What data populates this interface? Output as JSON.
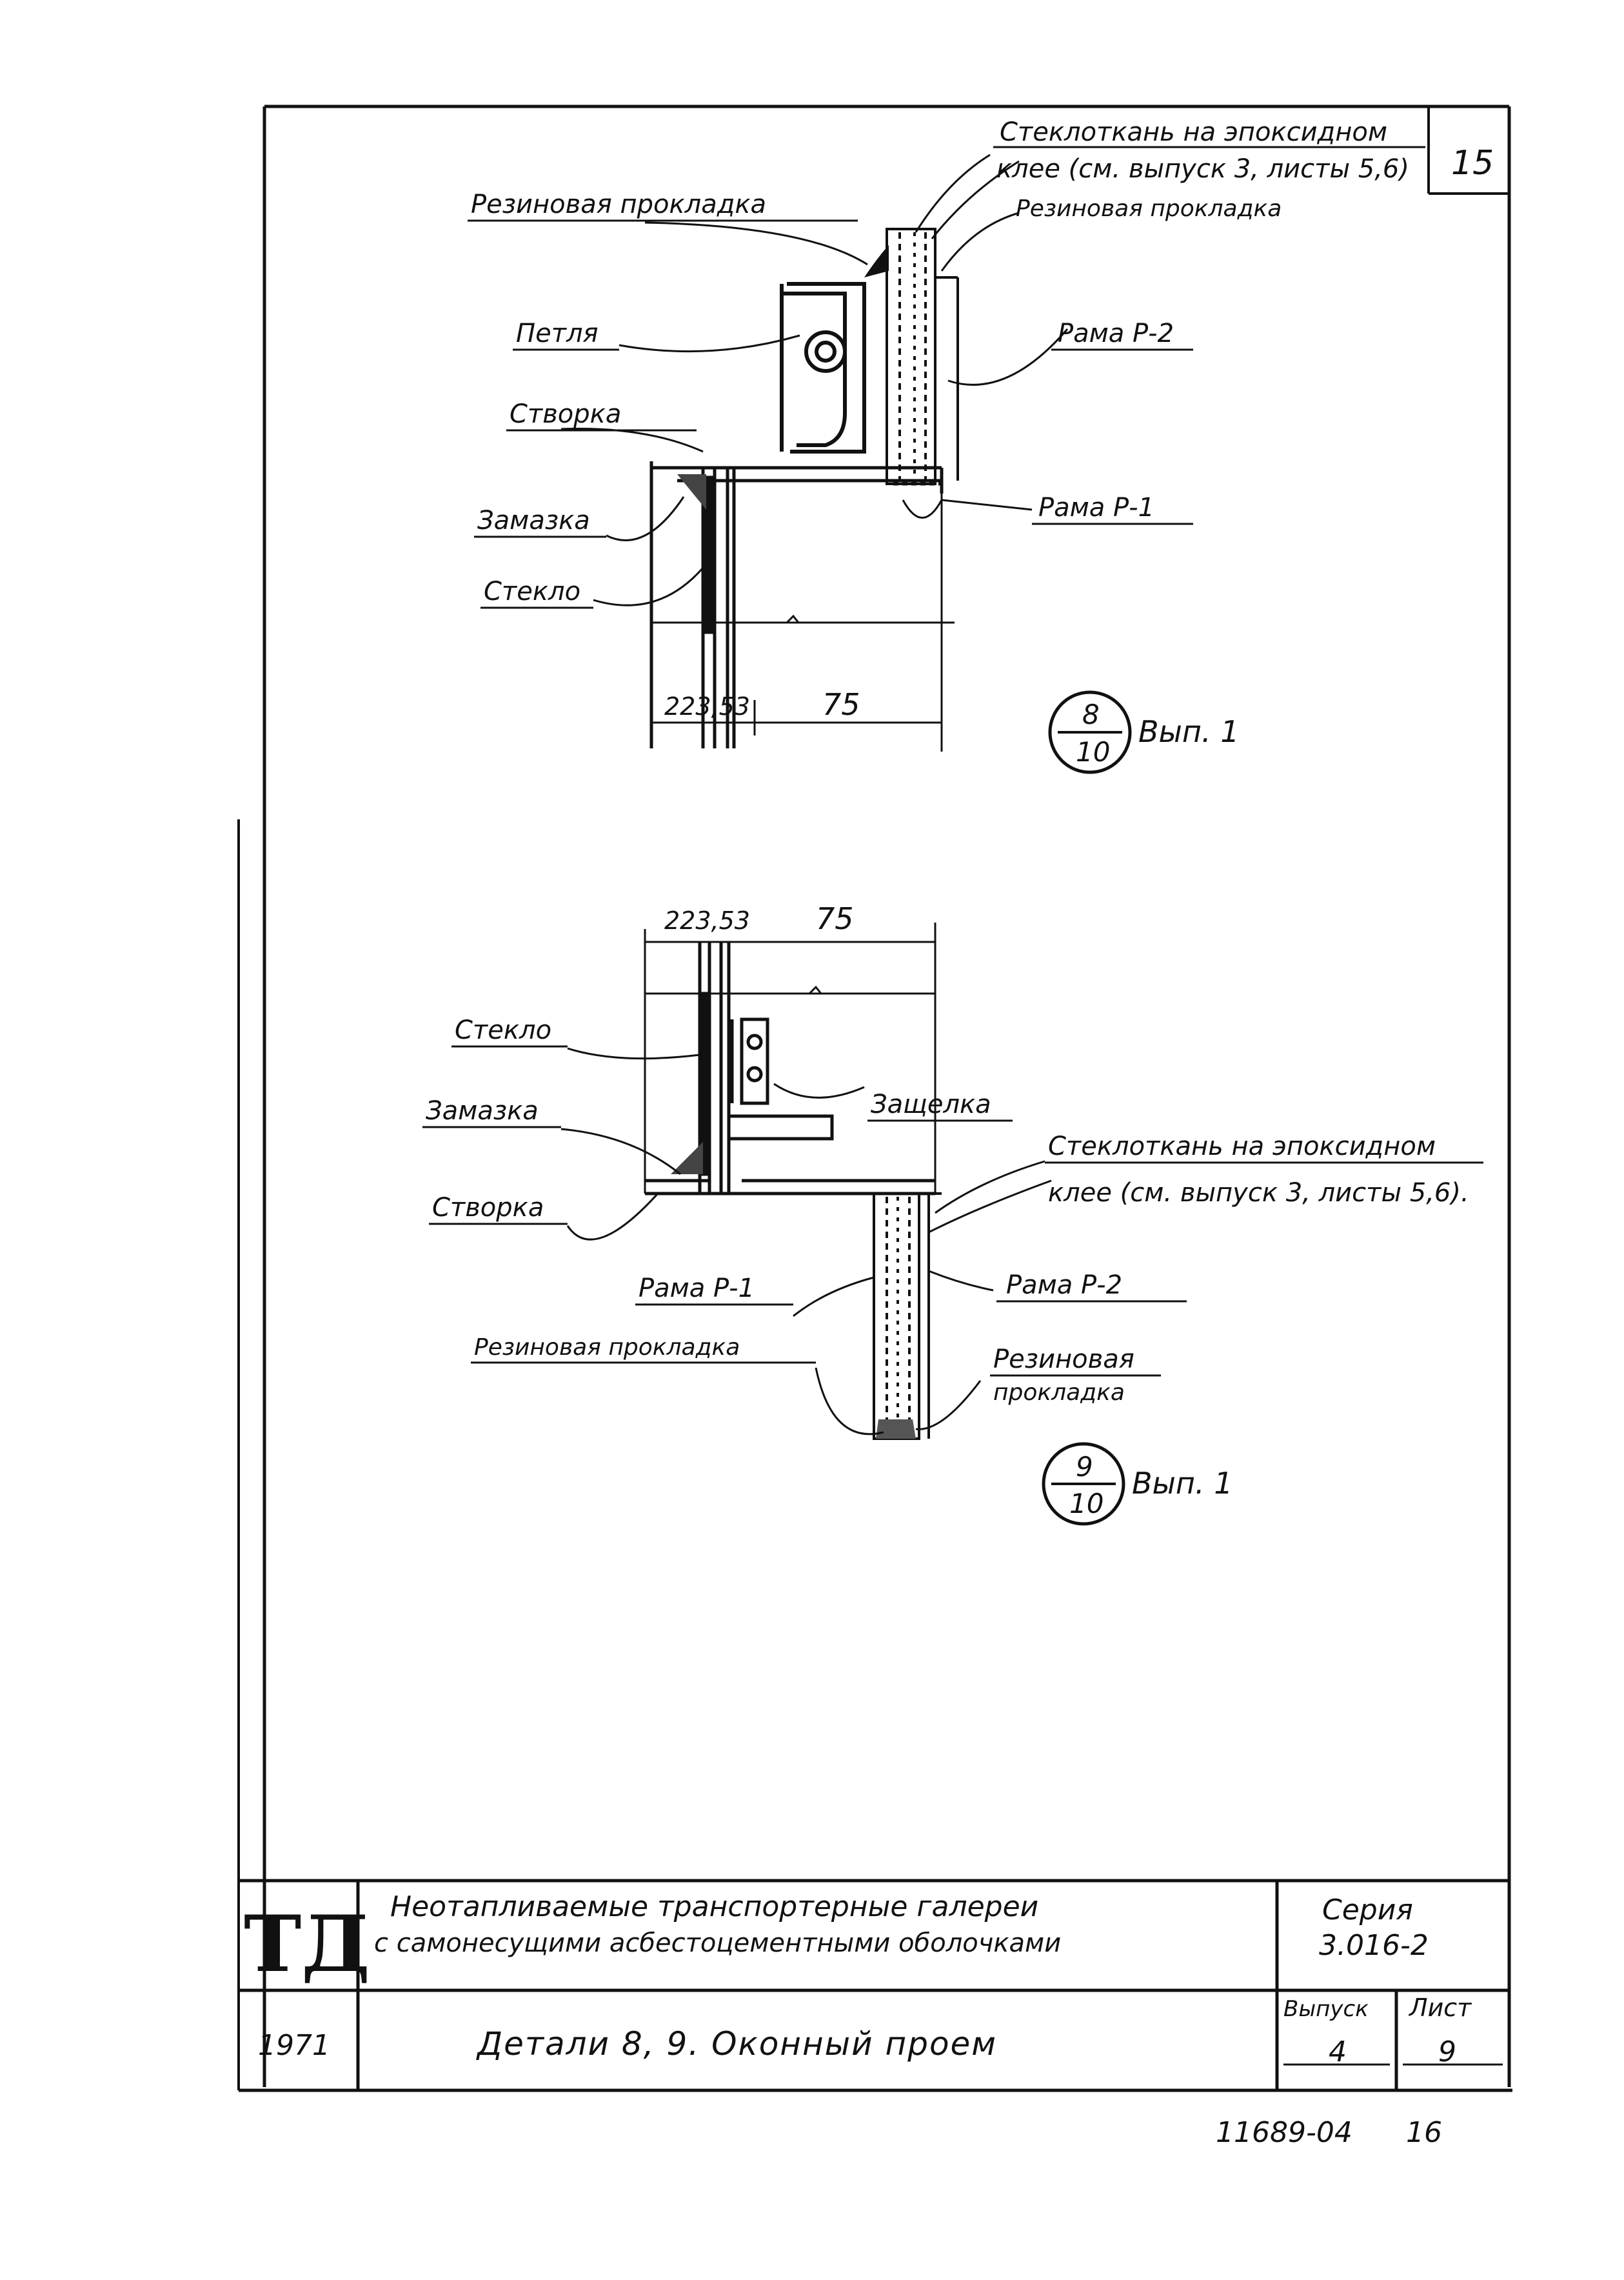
{
  "sheet": {
    "number": "15"
  },
  "detail_8": {
    "labels": {
      "fiberglass": "Стеклоткань на эпоксидном",
      "fiberglass_2": "клее (см. выпуск 3, листы 5,6)",
      "rubber_left": "Резиновая прокладка",
      "rubber_right": "Резиновая прокладка",
      "hinge": "Петля",
      "sash": "Створка",
      "frame_p2": "Рама Р-2",
      "frame_p1": "Рама Р-1",
      "latch": "Замазка",
      "glass": "Стекло"
    },
    "dims": {
      "small": "223,53",
      "main": "75"
    },
    "callout": {
      "num": "8",
      "den": "10",
      "ref": "Вып. 1"
    }
  },
  "detail_9": {
    "labels": {
      "glass": "Стекло",
      "putty": "Замазка",
      "catch": "Защелка",
      "fiberglass": "Стеклоткань на эпоксидном",
      "fiberglass_2": "клее (см. выпуск 3, листы 5,6).",
      "sash": "Створка",
      "frame_p1": "Рама Р-1",
      "frame_p2": "Рама Р-2",
      "rubber_left": "Резиновая прокладка",
      "rubber_right": "Резиновая",
      "rubber_right_2": "прокладка"
    },
    "dims": {
      "small": "223,53",
      "main": "75"
    },
    "callout": {
      "num": "9",
      "den": "10",
      "ref": "Вып. 1"
    }
  },
  "title_block": {
    "logo": "ТД",
    "title_line1": "Неотапливаемые транспортерные галереи",
    "title_line2": "с самонесущими асбестоцементными оболочками",
    "series_label": "Серия",
    "series_value": "3.016-2",
    "year": "1971",
    "detail_title": "Детали 8, 9. Оконный проем",
    "issue_label": "Выпуск",
    "issue_value": "4",
    "sheet_label": "Лист",
    "sheet_value": "9"
  },
  "footer": {
    "doc_number": "11689-04",
    "page": "16"
  }
}
